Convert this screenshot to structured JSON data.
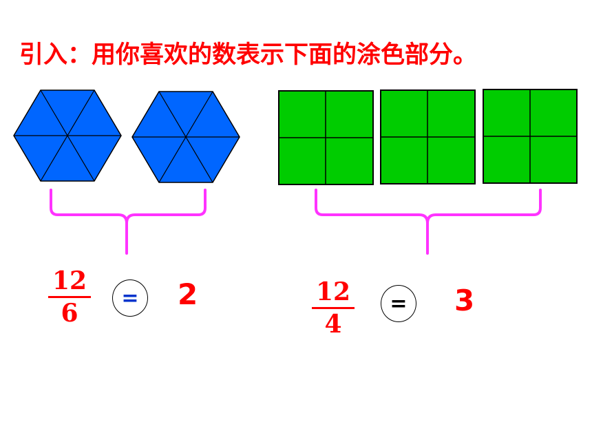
{
  "title": "引入：用你喜欢的数表示下面的涂色部分。",
  "colors": {
    "title": "#ff0000",
    "hexagon_fill": "#0066ff",
    "square_fill": "#00cc00",
    "brace": "#ff33ff",
    "fraction": "#ff0000",
    "equals_left": "#0033cc",
    "equals_right": "#000000"
  },
  "left": {
    "shape_count": 2,
    "parts_per_shape": 6,
    "fraction": {
      "numerator": "12",
      "denominator": "6"
    },
    "equals": "=",
    "result": "2"
  },
  "right": {
    "shape_count": 3,
    "parts_per_shape": 4,
    "fraction": {
      "numerator": "12",
      "denominator": "4"
    },
    "equals": "=",
    "result": "3"
  }
}
